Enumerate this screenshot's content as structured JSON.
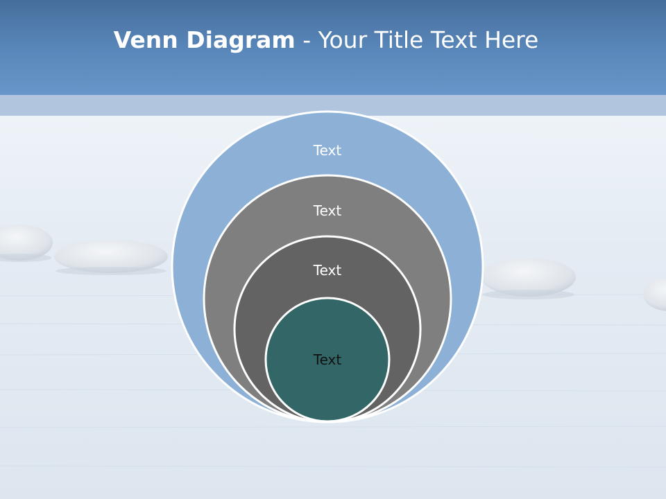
{
  "title": {
    "bold": "Venn Diagram",
    "rest": " - Your Title Text Here"
  },
  "colors": {
    "header": "#5a88bb",
    "circle_outer": "#8db0d6",
    "circle_2": "#7f7f7f",
    "circle_3": "#636363",
    "circle_inner": "#336666",
    "outline": "#ffffff"
  },
  "diagram": {
    "circles": [
      {
        "label": "Text",
        "color": "#8db0d6",
        "text_color": "#ffffff"
      },
      {
        "label": "Text",
        "color": "#7f7f7f",
        "text_color": "#ffffff"
      },
      {
        "label": "Text",
        "color": "#636363",
        "text_color": "#ffffff"
      },
      {
        "label": "Text",
        "color": "#336666",
        "text_color": "#111111"
      }
    ]
  }
}
